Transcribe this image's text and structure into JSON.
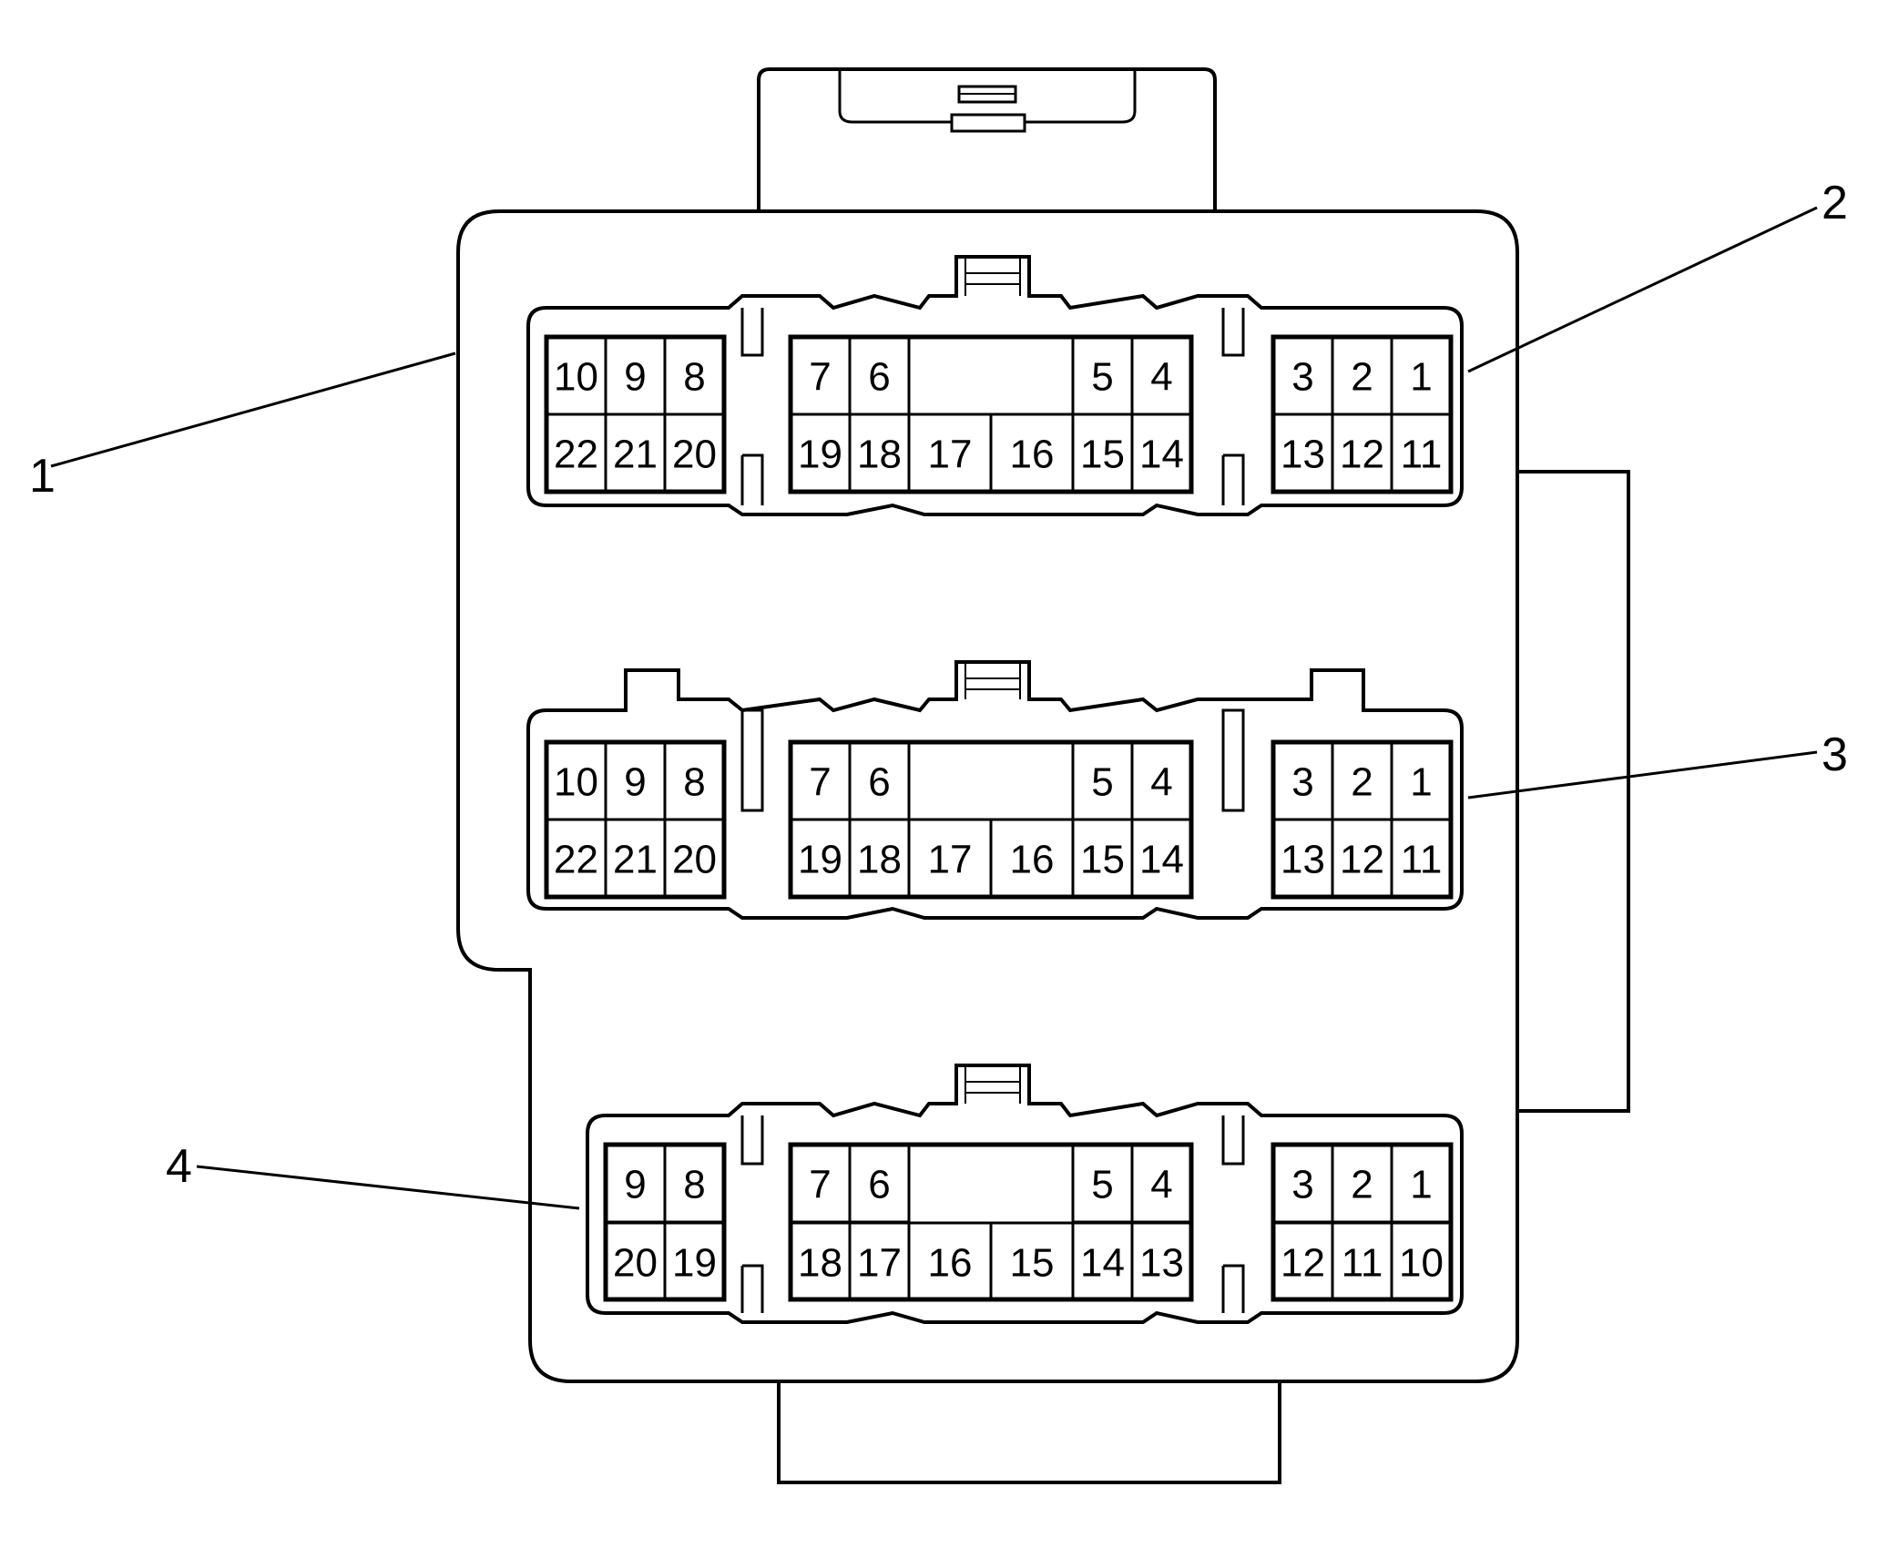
{
  "colors": {
    "stroke": "#000000",
    "background": "#ffffff"
  },
  "callouts": [
    "1",
    "2",
    "3",
    "4"
  ],
  "connectors": [
    {
      "id": "upper",
      "left_top": [
        "10",
        "9",
        "8"
      ],
      "left_bottom": [
        "22",
        "21",
        "20"
      ],
      "mid_top_left": [
        "7",
        "6"
      ],
      "mid_top_right": [
        "5",
        "4"
      ],
      "mid_bottom": [
        "19",
        "18",
        "17",
        "16",
        "15",
        "14"
      ],
      "right_top": [
        "3",
        "2",
        "1"
      ],
      "right_bottom": [
        "13",
        "12",
        "11"
      ]
    },
    {
      "id": "middle",
      "left_top": [
        "10",
        "9",
        "8"
      ],
      "left_bottom": [
        "22",
        "21",
        "20"
      ],
      "mid_top_left": [
        "7",
        "6"
      ],
      "mid_top_right": [
        "5",
        "4"
      ],
      "mid_bottom": [
        "19",
        "18",
        "17",
        "16",
        "15",
        "14"
      ],
      "right_top": [
        "3",
        "2",
        "1"
      ],
      "right_bottom": [
        "13",
        "12",
        "11"
      ]
    },
    {
      "id": "lower",
      "left_top": [
        "9",
        "8"
      ],
      "left_bottom": [
        "20",
        "19"
      ],
      "mid_top_left": [
        "7",
        "6"
      ],
      "mid_top_right": [
        "5",
        "4"
      ],
      "mid_bottom": [
        "18",
        "17",
        "16",
        "15",
        "14",
        "13"
      ],
      "right_top": [
        "3",
        "2",
        "1"
      ],
      "right_bottom": [
        "12",
        "11",
        "10"
      ]
    }
  ]
}
